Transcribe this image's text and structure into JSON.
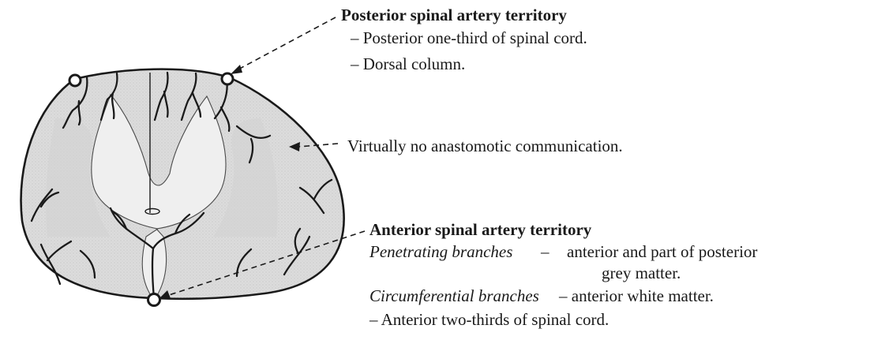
{
  "posterior": {
    "title": "Posterior spinal artery territory",
    "lines": [
      "– Posterior one-third of spinal cord.",
      "– Dorsal column."
    ]
  },
  "middle": {
    "text": "Virtually no anastomotic communication."
  },
  "anterior": {
    "title": "Anterior spinal artery territory",
    "penetrating_label": "Penetrating branches",
    "penetrating_dash": "–",
    "penetrating_text": "anterior and part of posterior",
    "penetrating_text2": "grey matter.",
    "circumferential_label": "Circumferential branches",
    "circumferential_text": "– anterior white matter.",
    "last_line": "– Anterior two-thirds of spinal cord."
  },
  "colors": {
    "ink": "#1a1a1a",
    "shade": "#d9d9d9"
  }
}
